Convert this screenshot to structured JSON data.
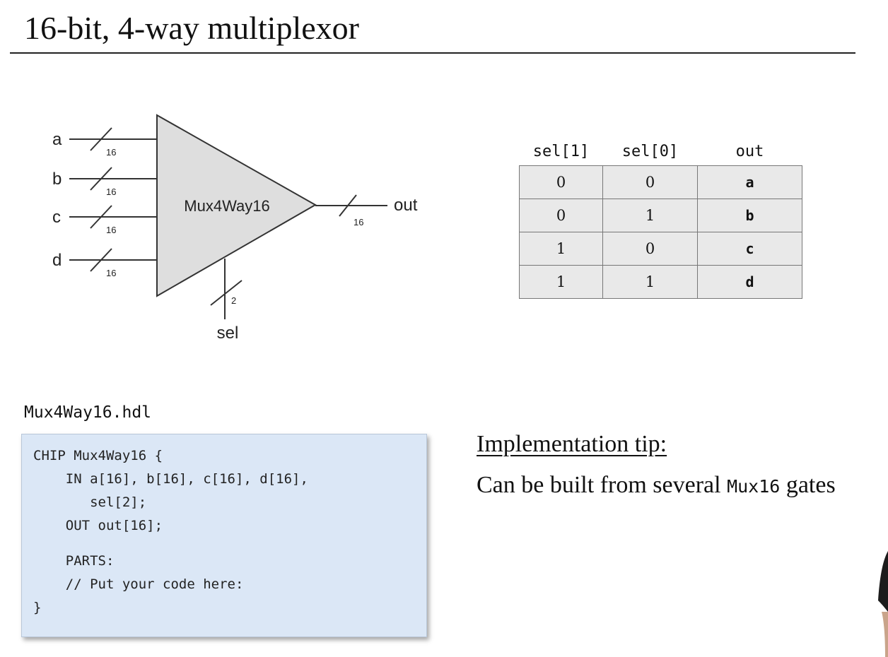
{
  "slide": {
    "title": "16-bit, 4-way multiplexor"
  },
  "diagram": {
    "chip_name": "Mux4Way16",
    "inputs": [
      {
        "name": "a",
        "width": "16"
      },
      {
        "name": "b",
        "width": "16"
      },
      {
        "name": "c",
        "width": "16"
      },
      {
        "name": "d",
        "width": "16"
      }
    ],
    "output": {
      "name": "out",
      "width": "16"
    },
    "select": {
      "name": "sel",
      "width": "2"
    }
  },
  "truth_table": {
    "headers": [
      "sel[1]",
      "sel[0]",
      "out"
    ],
    "rows": [
      [
        "0",
        "0",
        "a"
      ],
      [
        "0",
        "1",
        "b"
      ],
      [
        "1",
        "0",
        "c"
      ],
      [
        "1",
        "1",
        "d"
      ]
    ]
  },
  "code": {
    "filename": "Mux4Way16.hdl",
    "lines": [
      "CHIP Mux4Way16 {",
      "    IN a[16], b[16], c[16], d[16],",
      "       sel[2];",
      "    OUT out[16];",
      "",
      "    PARTS:",
      "    // Put your code here:",
      "}"
    ]
  },
  "tip": {
    "heading": "Implementation tip:",
    "text_before": "Can be built from several ",
    "code_word": "Mux16",
    "text_after": " gates"
  },
  "colors": {
    "gate_fill": "#dedede",
    "table_fill": "#e9e9e9",
    "code_background": "#dbe7f6"
  }
}
